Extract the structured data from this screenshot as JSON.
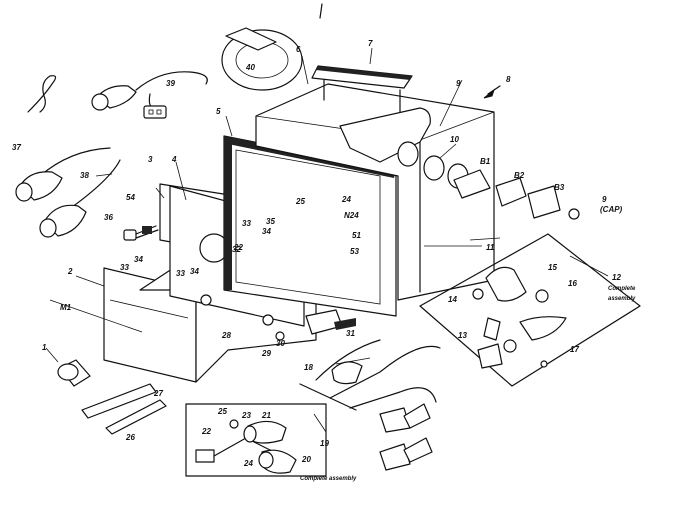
{
  "labels": {
    "p1": "1",
    "p2": "2",
    "p3": "3",
    "p4": "4",
    "p5": "5",
    "p6": "6",
    "p7": "7",
    "p8": "8",
    "p9a": "9",
    "p9b": "9",
    "p10": "10",
    "p11": "11",
    "p12": "12",
    "p13": "13",
    "p14": "14",
    "p15": "15",
    "p16": "16",
    "p17": "17",
    "p18": "18",
    "p19": "19",
    "p20": "20",
    "p21": "21",
    "p22a": "22",
    "p22b": "22",
    "p23": "23",
    "p24a": "24",
    "p24b": "24",
    "p25a": "25",
    "p25b": "25",
    "p26": "26",
    "p27": "27",
    "p28": "28",
    "p29": "29",
    "p30": "30",
    "p31": "31",
    "p32": "32",
    "p33a": "33",
    "p33b": "33",
    "p33c": "33",
    "p34a": "34",
    "p34b": "34",
    "p34c": "34",
    "p35": "35",
    "p36": "36",
    "p37": "37",
    "p38": "38",
    "p39": "39",
    "p40": "40",
    "p51": "51",
    "p53": "53",
    "p54": "54",
    "pM1": "M1",
    "pN24": "N24",
    "pB1": "B1",
    "pB2": "B2",
    "pB3": "B3"
  },
  "notes": {
    "cap": "(CAP)",
    "complete1": "Complete",
    "assembly1": "assembly",
    "complete2": "Complete assembly"
  }
}
